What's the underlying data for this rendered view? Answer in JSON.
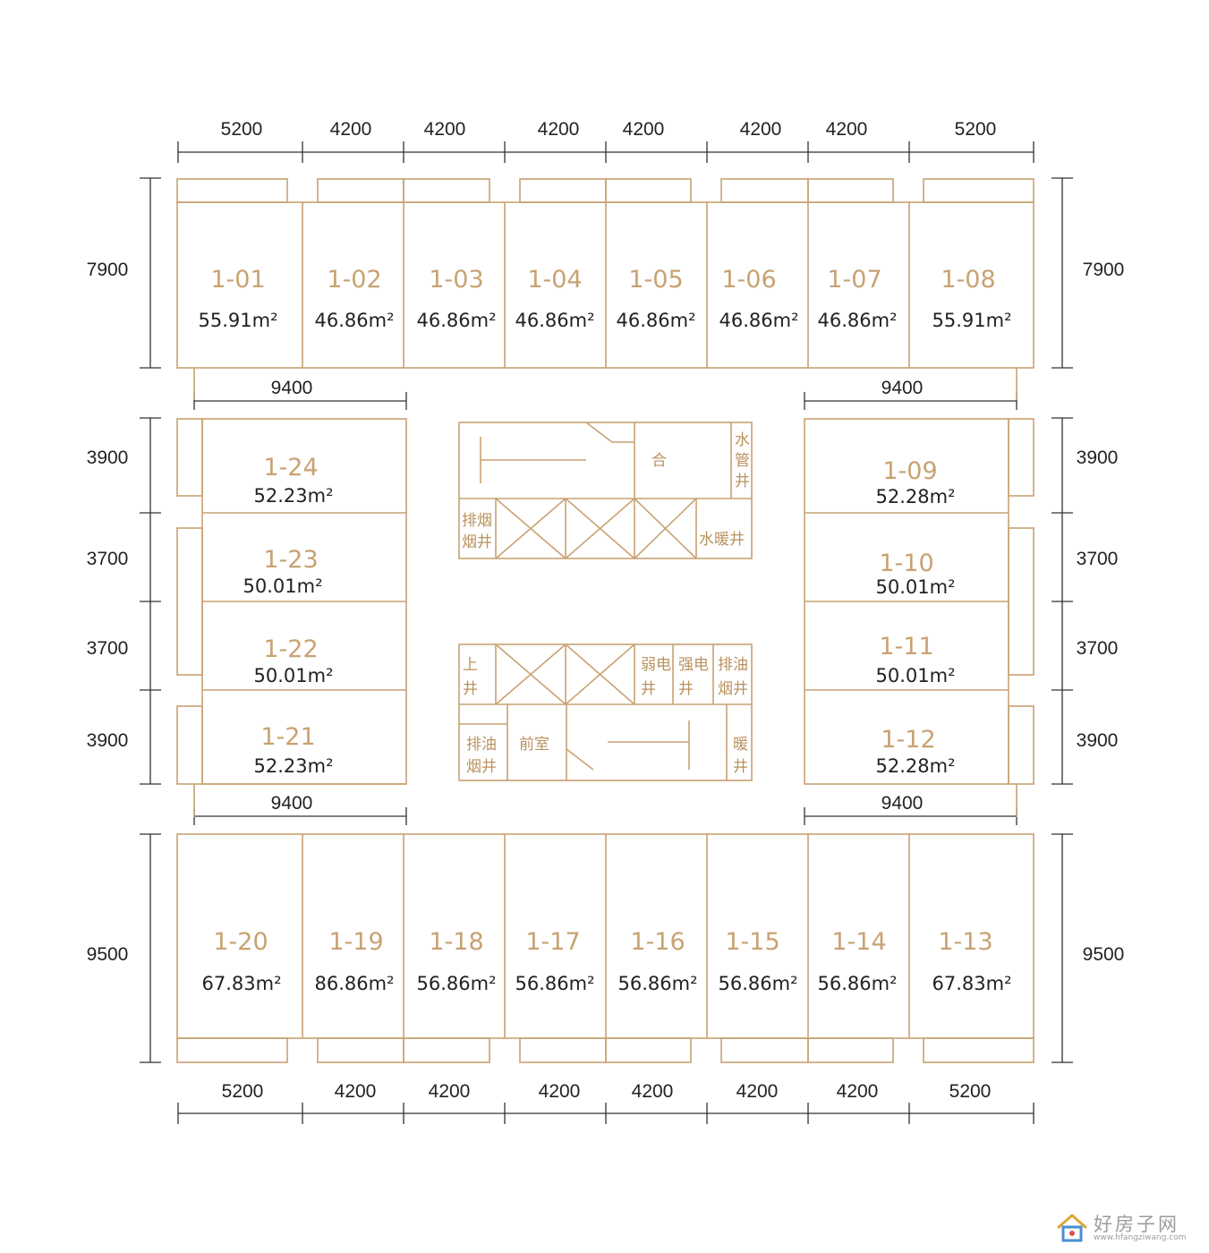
{
  "colors": {
    "wall": "#c8a272",
    "dimension": "#333333",
    "text": "#222222",
    "watermark": "#9c9c9c"
  },
  "top_dims": [
    "5200",
    "4200",
    "4200",
    "4200",
    "4200",
    "4200",
    "4200",
    "5200"
  ],
  "bottom_dims": [
    "5200",
    "4200",
    "4200",
    "4200",
    "4200",
    "4200",
    "4200",
    "5200"
  ],
  "left_dims": [
    "7900",
    "3900",
    "3700",
    "3700",
    "3900",
    "9500"
  ],
  "right_dims": [
    "7900",
    "3900",
    "3700",
    "3700",
    "3900",
    "9500"
  ],
  "wing_dims": {
    "left_upper": "9400",
    "right_upper": "9400",
    "left_lower": "9400",
    "right_lower": "9400"
  },
  "units_top": [
    {
      "id": "1-01",
      "area": "55.91m²"
    },
    {
      "id": "1-02",
      "area": "46.86m²"
    },
    {
      "id": "1-03",
      "area": "46.86m²"
    },
    {
      "id": "1-04",
      "area": "46.86m²"
    },
    {
      "id": "1-05",
      "area": "46.86m²"
    },
    {
      "id": "1-06",
      "area": "46.86m²"
    },
    {
      "id": "1-07",
      "area": "46.86m²"
    },
    {
      "id": "1-08",
      "area": "55.91m²"
    }
  ],
  "units_left": [
    {
      "id": "1-24",
      "area": "52.23m²"
    },
    {
      "id": "1-23",
      "area": "50.01m²"
    },
    {
      "id": "1-22",
      "area": "50.01m²"
    },
    {
      "id": "1-21",
      "area": "52.23m²"
    }
  ],
  "units_right": [
    {
      "id": "1-09",
      "area": "52.28m²"
    },
    {
      "id": "1-10",
      "area": "50.01m²"
    },
    {
      "id": "1-11",
      "area": "50.01m²"
    },
    {
      "id": "1-12",
      "area": "52.28m²"
    }
  ],
  "units_bottom": [
    {
      "id": "1-20",
      "area": "67.83m²"
    },
    {
      "id": "1-19",
      "area": "86.86m²"
    },
    {
      "id": "1-18",
      "area": "56.86m²"
    },
    {
      "id": "1-17",
      "area": "56.86m²"
    },
    {
      "id": "1-16",
      "area": "56.86m²"
    },
    {
      "id": "1-15",
      "area": "56.86m²"
    },
    {
      "id": "1-14",
      "area": "56.86m²"
    },
    {
      "id": "1-13",
      "area": "67.83m²"
    }
  ],
  "core": {
    "pipe_shaft": "合",
    "water_shaft": [
      "水",
      "管",
      "井"
    ],
    "smoke_shaft_top": [
      "排烟",
      "烟井"
    ],
    "water_heating_shaft": "水暖井",
    "stair_shaft": [
      "上",
      "井"
    ],
    "weak_elec": [
      "弱电",
      "井"
    ],
    "strong_elec": [
      "强电",
      "井"
    ],
    "oil_smoke_right": [
      "排油",
      "烟井"
    ],
    "oil_smoke_left": [
      "排油",
      "烟井"
    ],
    "front_room": "前室",
    "heating_shaft": [
      "暖",
      "井"
    ]
  },
  "watermark": {
    "title": "好房子网",
    "url": "www.hfangziwang.com"
  }
}
